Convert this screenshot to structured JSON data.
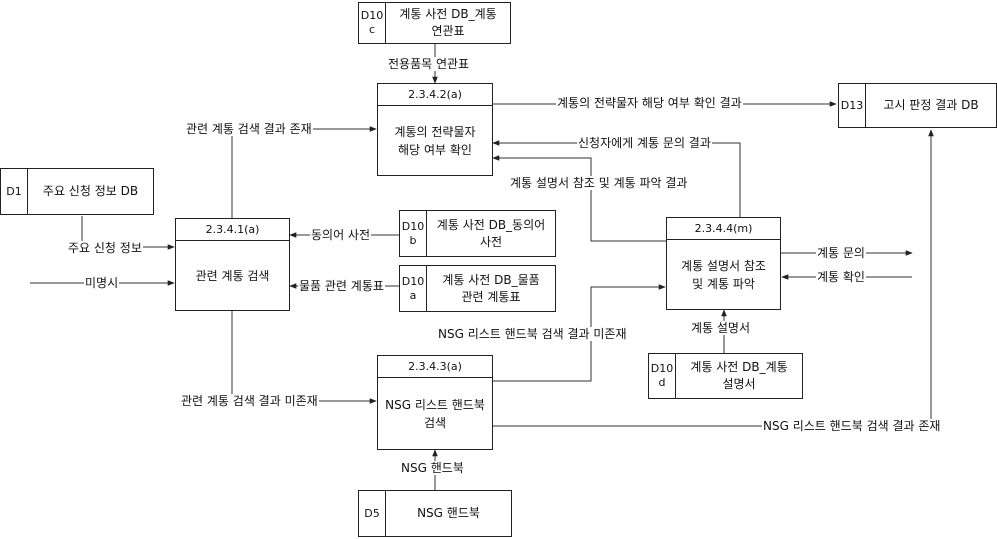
{
  "processes": {
    "p2341": {
      "id": "2.3.4.1(a)",
      "name": "관련 계통 검색"
    },
    "p2342": {
      "id": "2.3.4.2(a)",
      "name": "계통의 전략물자\n해당 여부 확인"
    },
    "p2343": {
      "id": "2.3.4.3(a)",
      "name": "NSG 리스트 핸드북\n검색"
    },
    "p2344": {
      "id": "2.3.4.4(m)",
      "name": "계통 설명서 참조\n및 계통 파악"
    }
  },
  "stores": {
    "d1": {
      "id": "D1",
      "name": "주요 신청 정보 DB"
    },
    "d10c": {
      "id": "D10\nc",
      "name": "계통 사전 DB_계통\n연관표"
    },
    "d10b": {
      "id": "D10\nb",
      "name": "계통 사전 DB_동의어\n사전"
    },
    "d10a": {
      "id": "D10\na",
      "name": "계통 사전 DB_물품\n관련 계통표"
    },
    "d10d": {
      "id": "D10\nd",
      "name": "계통 사전 DB_계통\n설명서"
    },
    "d13": {
      "id": "D13",
      "name": "고시 판정 결과 DB"
    },
    "d5": {
      "id": "D5",
      "name": "NSG 핸드북"
    }
  },
  "flows": {
    "f_assoc": "전용품목 연관표",
    "f_strategic_result": "계통의 전략물자 해당 여부 확인 결과",
    "f_found": "관련 계통 검색 결과 존재",
    "f_inquiry_result": "신청자에게 계통 문의 결과",
    "f_ref_result": "계통 설명서 참조 및 계통 파악 결과",
    "f_main_info": "주요 신청 정보",
    "f_synonym": "동의어 사전",
    "f_unnamed": "미명시",
    "f_item_sys": "물품 관련 계통표",
    "f_inquiry": "계통 문의",
    "f_confirm": "계통 확인",
    "f_nsg_notfound": "NSG 리스트 핸드북 검색 결과 미존재",
    "f_desc": "계통 설명서",
    "f_notfound": "관련 계통 검색 결과 미존재",
    "f_nsg_found": "NSG 리스트 핸드북 검색 결과 존재",
    "f_handbook": "NSG 핸드북"
  }
}
